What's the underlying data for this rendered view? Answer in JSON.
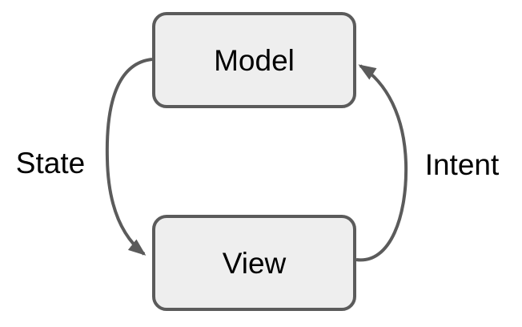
{
  "diagram": {
    "type": "cycle",
    "nodes": [
      {
        "id": "model",
        "label": "Model"
      },
      {
        "id": "view",
        "label": "View"
      }
    ],
    "edges": [
      {
        "from": "model",
        "to": "view",
        "label": "State",
        "side": "left",
        "direction": "downward"
      },
      {
        "from": "view",
        "to": "model",
        "label": "Intent",
        "side": "right",
        "direction": "upward"
      }
    ],
    "colors": {
      "background": "#ffffff",
      "node_fill": "#eeeeee",
      "stroke": "#5b5b5b",
      "text": "#000000"
    }
  }
}
